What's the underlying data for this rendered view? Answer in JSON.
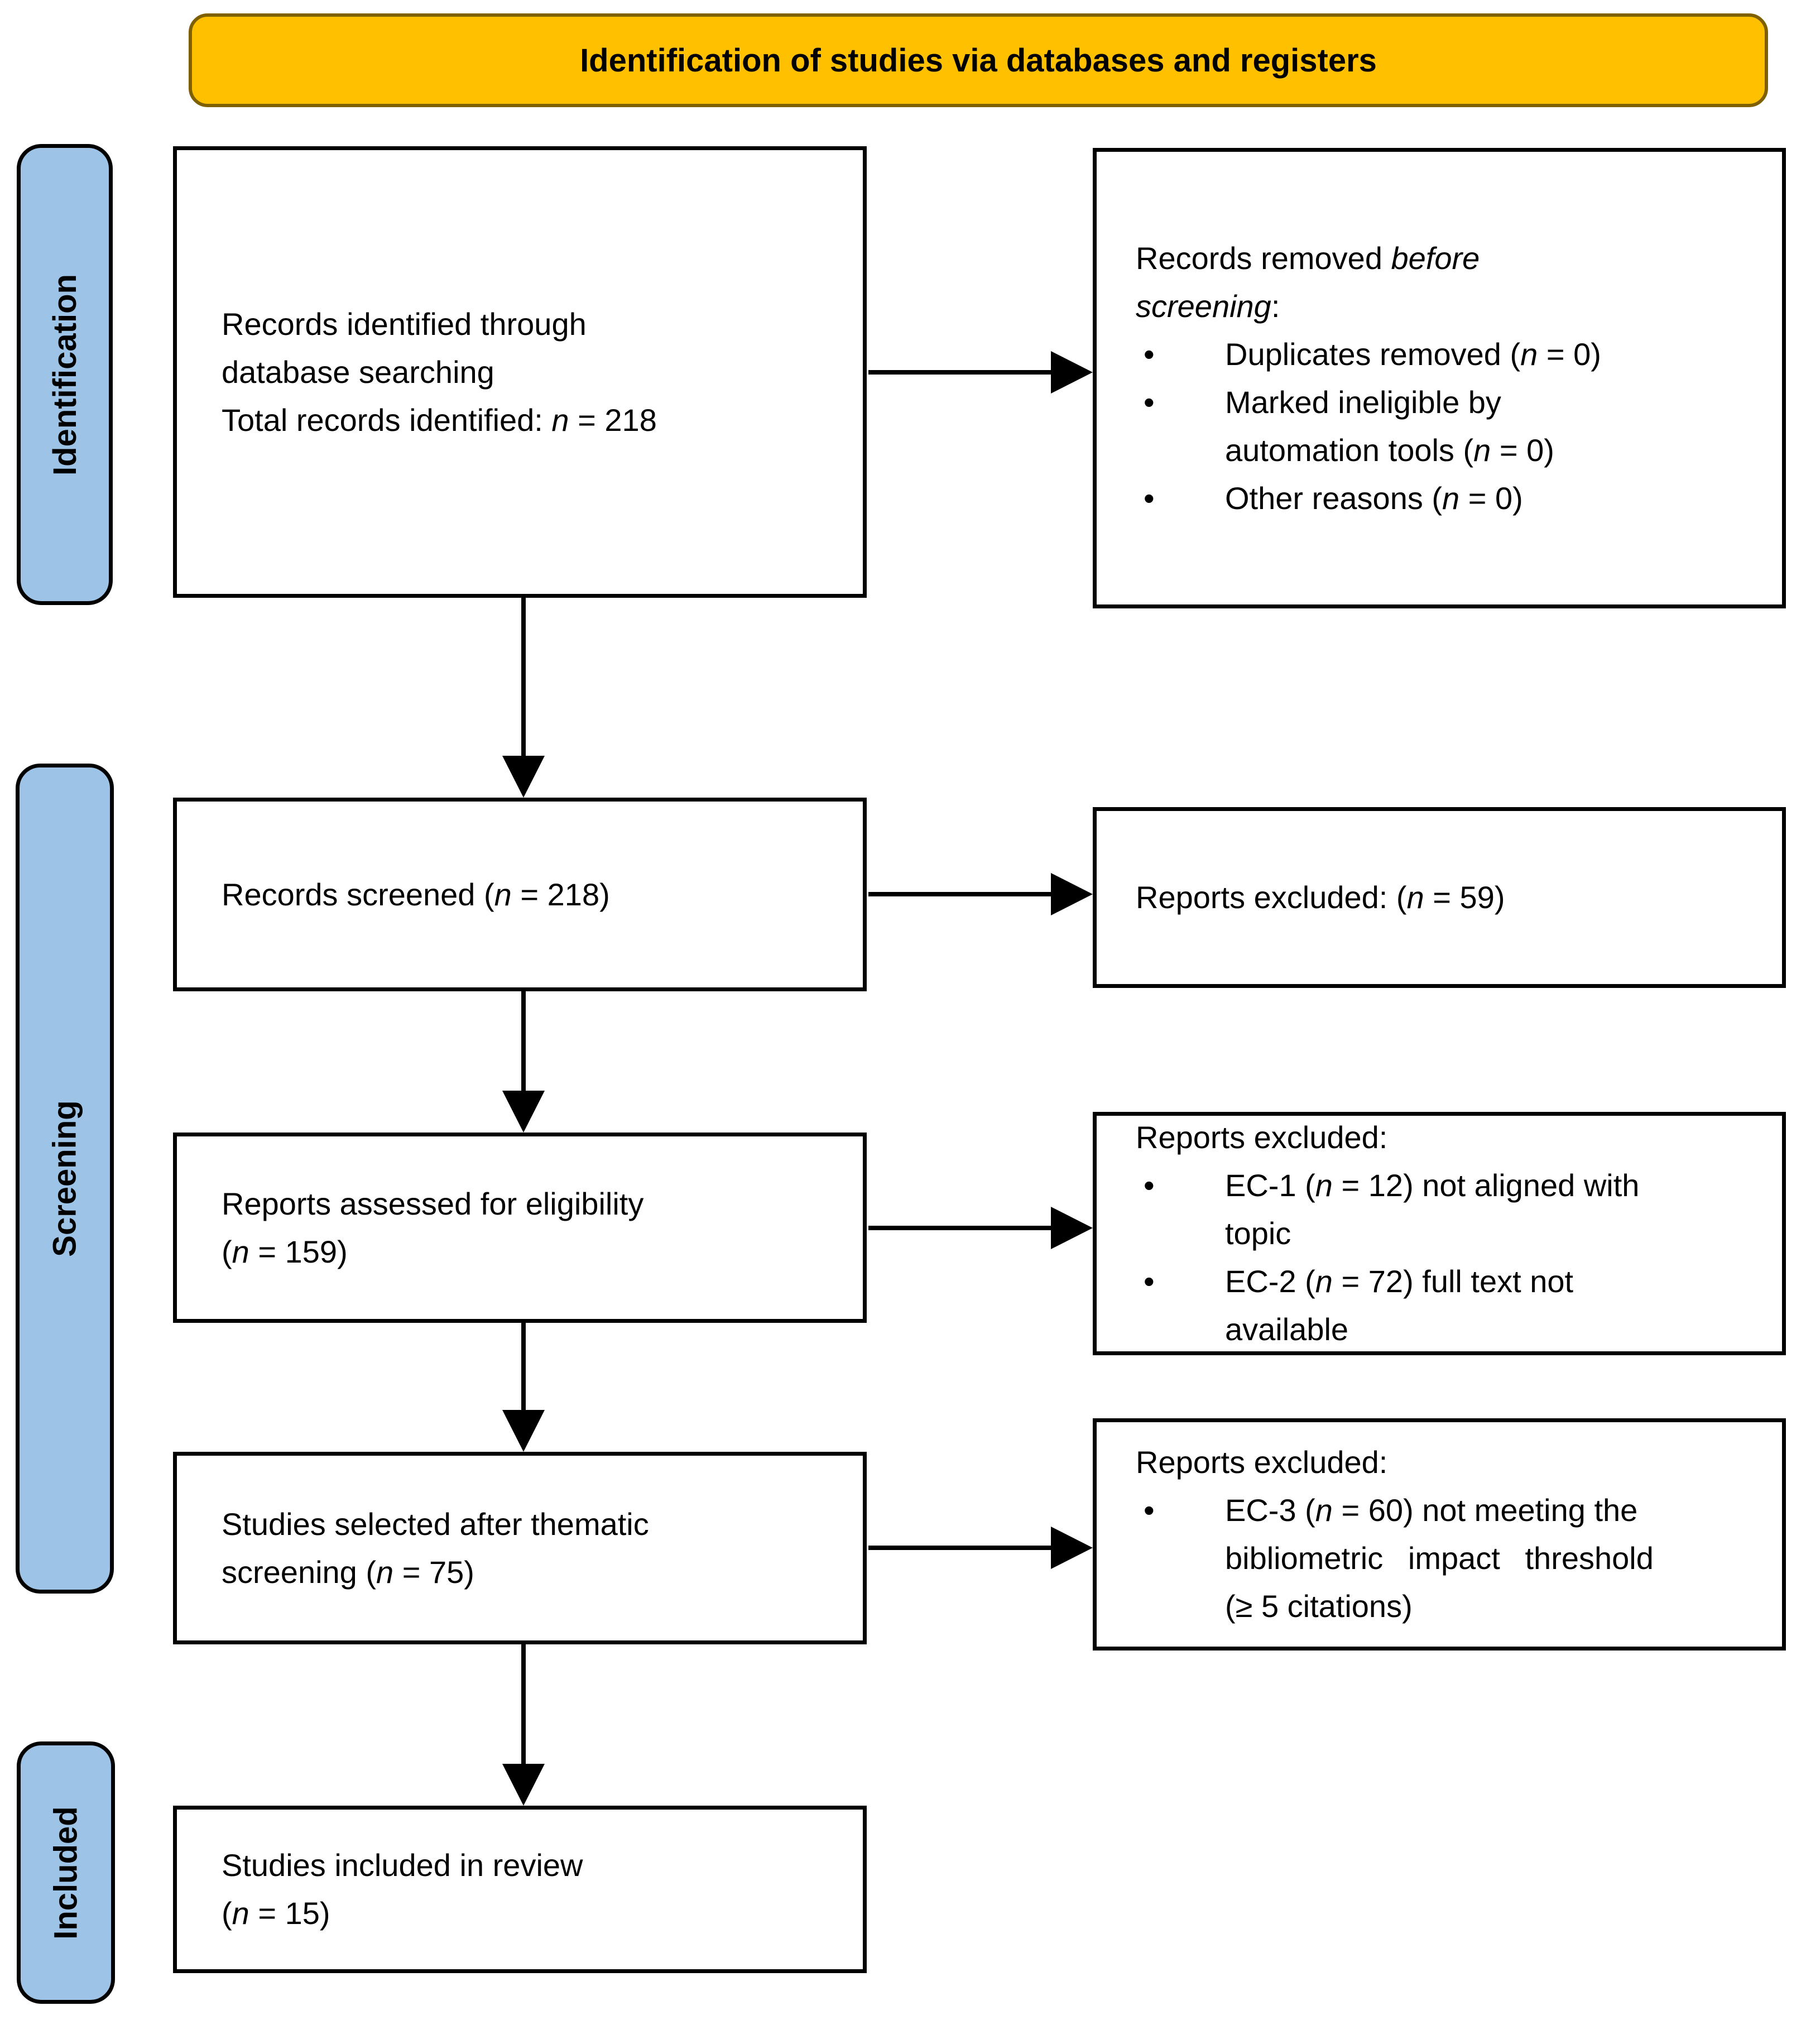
{
  "banner": {
    "title": "Identification of studies via databases and registers"
  },
  "bullet_char": "•",
  "colors": {
    "banner_fill": "#FFC000",
    "banner_border": "#7F6000",
    "stage_fill": "#9DC3E6",
    "stage_border": "#000000",
    "box_border": "#000000",
    "arrow": "#000000"
  },
  "stages": {
    "identification": "Identification",
    "screening": "Screening",
    "included": "Included"
  },
  "boxes": {
    "identified": {
      "lines": [
        [
          {
            "t": "Records identified through"
          }
        ],
        [
          {
            "t": "database searching"
          }
        ],
        [
          {
            "t": "Total records identified: "
          },
          {
            "t": "n",
            "i": true
          },
          {
            "t": " = 218"
          }
        ]
      ]
    },
    "removed": {
      "lines": [
        [
          {
            "t": "Records removed "
          },
          {
            "t": "before",
            "i": true
          }
        ],
        [
          {
            "t": "screening",
            "i": true
          },
          {
            "t": ":"
          }
        ]
      ],
      "bullets": [
        {
          "segments": [
            {
              "t": "Duplicates removed ("
            },
            {
              "t": "n",
              "i": true
            },
            {
              "t": " = 0)"
            }
          ]
        },
        {
          "segments": [
            {
              "t": "Marked ineligible by"
            },
            {
              "br": true
            },
            {
              "t": "automation tools ("
            },
            {
              "t": "n",
              "i": true
            },
            {
              "t": " = 0)"
            }
          ]
        },
        {
          "segments": [
            {
              "t": "Other reasons ("
            },
            {
              "t": "n",
              "i": true
            },
            {
              "t": " = 0)"
            }
          ]
        }
      ]
    },
    "screened": {
      "lines": [
        [
          {
            "t": "Records screened ("
          },
          {
            "t": "n",
            "i": true
          },
          {
            "t": " = 218)"
          }
        ]
      ]
    },
    "excluded_screening": {
      "lines": [
        [
          {
            "t": "Reports excluded: ("
          },
          {
            "t": "n",
            "i": true
          },
          {
            "t": " = 59)"
          }
        ]
      ]
    },
    "assessed": {
      "lines": [
        [
          {
            "t": "Reports assessed for eligibility"
          }
        ],
        [
          {
            "t": "("
          },
          {
            "t": "n",
            "i": true
          },
          {
            "t": " = 159)"
          }
        ]
      ]
    },
    "excluded_eligibility": {
      "lines": [
        [
          {
            "t": "Reports excluded:"
          }
        ]
      ],
      "bullets": [
        {
          "segments": [
            {
              "t": "EC-1 ("
            },
            {
              "t": "n",
              "i": true
            },
            {
              "t": " = 12) not aligned with"
            },
            {
              "br": true
            },
            {
              "t": "topic"
            }
          ]
        },
        {
          "segments": [
            {
              "t": "EC-2 ("
            },
            {
              "t": "n",
              "i": true
            },
            {
              "t": " = 72) full text not"
            },
            {
              "br": true
            },
            {
              "t": "available"
            }
          ]
        }
      ]
    },
    "selected": {
      "lines": [
        [
          {
            "t": "Studies selected after thematic"
          }
        ],
        [
          {
            "t": "screening ("
          },
          {
            "t": "n",
            "i": true
          },
          {
            "t": " = 75)"
          }
        ]
      ]
    },
    "excluded_thematic": {
      "lines": [
        [
          {
            "t": "Reports excluded:"
          }
        ]
      ],
      "bullets": [
        {
          "segments": [
            {
              "t": "EC-3 ("
            },
            {
              "t": "n",
              "i": true
            },
            {
              "t": " = 60) not meeting the"
            },
            {
              "br": true
            },
            {
              "t": "bibliometric impact threshold",
              "c": "wide"
            },
            {
              "br": true
            },
            {
              "t": "(≥ 5 citations)"
            }
          ]
        }
      ]
    },
    "included_review": {
      "lines": [
        [
          {
            "t": "Studies included in review"
          }
        ],
        [
          {
            "t": "("
          },
          {
            "t": "n",
            "i": true
          },
          {
            "t": " = 15)"
          }
        ]
      ]
    }
  }
}
